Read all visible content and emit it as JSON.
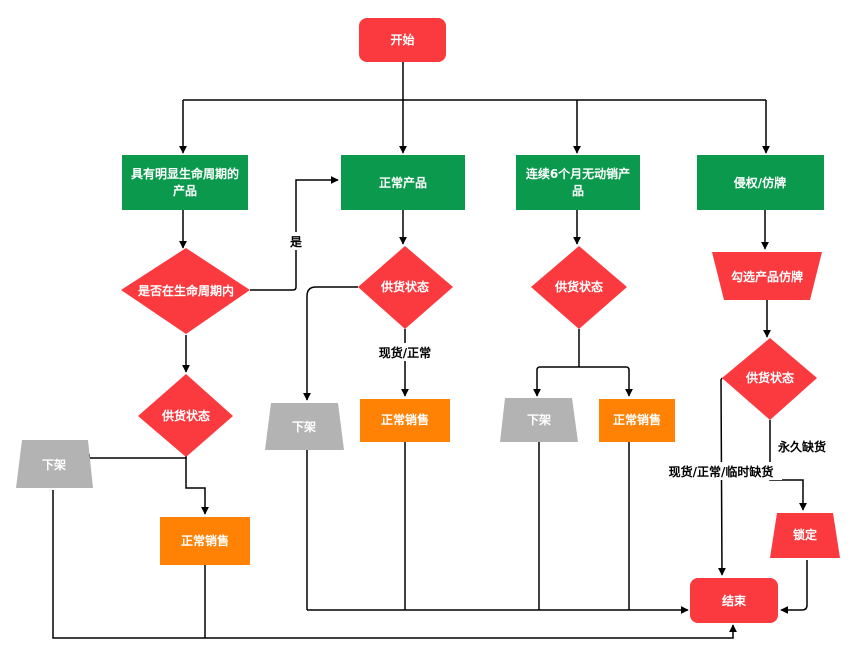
{
  "colors": {
    "red": "#fa3a3f",
    "green": "#0b9a4d",
    "orange": "#ff8204",
    "gray": "#b3b3b3",
    "line": "#000000"
  },
  "nodes": {
    "start": "开始",
    "lifecycle_product_l1": "具有明显生命周期的",
    "lifecycle_product_l2": "产品",
    "normal_product": "正常产品",
    "unsold_6m_l1": "连续6个月无动销产",
    "unsold_6m_l2": "品",
    "infringement": "侵权/仿牌",
    "in_lifecycle_decision": "是否在生命周期内",
    "supply_status_1": "供货状态",
    "supply_status_2": "供货状态",
    "supply_status_3": "供货状态",
    "supply_status_4": "供货状态",
    "pick_counterfeit": "勾选产品仿牌",
    "delist_1": "下架",
    "delist_2": "下架",
    "delist_3": "下架",
    "normal_sales_1": "正常销售",
    "normal_sales_2": "正常销售",
    "normal_sales_3": "正常销售",
    "lock": "锁定",
    "end": "结束"
  },
  "edge_labels": {
    "yes": "是",
    "in_stock_normal": "现货/正常",
    "in_stock_temp_out": "现货/正常/临时缺货",
    "permanent_out": "永久缺货"
  }
}
